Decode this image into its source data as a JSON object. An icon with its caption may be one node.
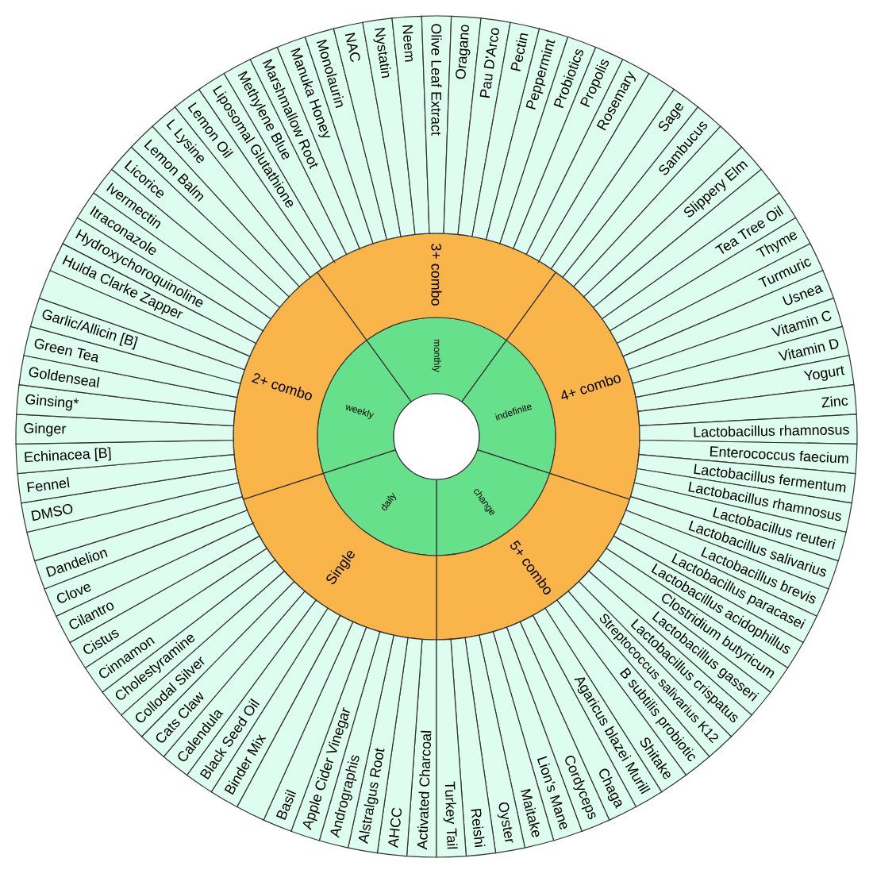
{
  "diagram": {
    "nodes": [
      {
        "text": [
          "monthly"
        ]
      },
      {
        "text": [
          "indefinite"
        ]
      },
      {
        "text": [
          "change"
        ]
      },
      {
        "text": [
          "daily"
        ]
      },
      {
        "text": [
          "weekly"
        ]
      },
      {
        "text": [
          "3+ combo"
        ]
      },
      {
        "text": [
          "4+ combo"
        ]
      },
      {
        "text": [
          "5+ combo"
        ]
      },
      {
        "text": [
          "Single"
        ]
      },
      {
        "text": [
          "2+ combo"
        ]
      },
      {
        "text": [
          "Activated Charcoal"
        ]
      },
      {
        "text": [
          "AHCC"
        ]
      },
      {
        "text": [
          "Alstralgus Root"
        ]
      },
      {
        "text": [
          "Andrographis"
        ]
      },
      {
        "text": [
          "Apple Cider Vinegar"
        ]
      },
      {
        "text": [
          "Basil"
        ]
      },
      {
        "text": [],
        "shape": "sector"
      },
      {
        "text": [
          "Binder Mix"
        ]
      },
      {
        "text": [
          "Black Seed Oil"
        ]
      },
      {
        "text": [
          "Calendula"
        ]
      },
      {
        "text": [
          "Cats Claw"
        ]
      },
      {
        "text": [
          "Collodal Silver"
        ]
      },
      {
        "text": [
          "Cholestyramine"
        ]
      },
      {
        "text": [
          "Cinnamon"
        ]
      },
      {
        "text": [
          "Cistus"
        ]
      },
      {
        "text": [
          "Cilantro"
        ]
      },
      {
        "text": [
          "Clove"
        ]
      },
      {
        "text": [
          "Dandelion"
        ]
      },
      {
        "text": [],
        "shape": "sector"
      },
      {
        "text": [
          "DMSO"
        ]
      },
      {
        "text": [
          "Fennel"
        ]
      },
      {
        "text": [
          "Echinacea [B]"
        ]
      },
      {
        "text": [
          "Ginger"
        ]
      },
      {
        "text": [
          "Ginsing*"
        ]
      },
      {
        "text": [
          "Goldenseal"
        ]
      },
      {
        "text": [
          "Green Tea"
        ]
      },
      {
        "text": [
          "Garlic/Allicin [B]"
        ]
      },
      {
        "text": [],
        "shape": "sector"
      },
      {
        "text": [
          "Hulda Clarke Zapper"
        ]
      },
      {
        "text": [
          "Hydroxychoroquinoline"
        ]
      },
      {
        "text": [
          "Itraconazole"
        ]
      },
      {
        "text": [
          "Ivermectin"
        ]
      },
      {
        "text": [
          "Licorice"
        ]
      },
      {
        "text": [
          "Lemon Balm"
        ]
      },
      {
        "text": [
          "L Lysine"
        ]
      },
      {
        "text": [
          "Lemon Oil"
        ]
      },
      {
        "text": [
          "Liposomal Glutathione"
        ]
      },
      {
        "text": [
          "Methylene Blue"
        ]
      },
      {
        "text": [
          "Marshmallow Root"
        ]
      },
      {
        "text": [
          "Manuka Honey"
        ]
      },
      {
        "text": [
          "Monolaurin"
        ]
      },
      {
        "text": [
          "NAC"
        ]
      },
      {
        "text": [
          "Nystatin"
        ]
      },
      {
        "text": [
          "Neem"
        ]
      },
      {
        "text": [
          "Olive Leaf Extract"
        ]
      },
      {
        "text": [
          "Oragano"
        ]
      },
      {
        "text": [
          "Pau D'Arco"
        ]
      },
      {
        "text": [
          "Pectin"
        ]
      },
      {
        "text": [
          "Peppermint"
        ]
      },
      {
        "text": [
          "Probiotics"
        ]
      },
      {
        "text": [
          "Propolis"
        ]
      },
      {
        "text": [
          "Rosemary"
        ]
      },
      {
        "text": [],
        "shape": "sector"
      },
      {
        "text": [
          "Sage"
        ]
      },
      {
        "text": [
          "Sambucus"
        ]
      },
      {
        "text": [],
        "shape": "sector"
      },
      {
        "text": [
          "Slippery Elm"
        ]
      },
      {
        "text": [],
        "shape": "sector"
      },
      {
        "text": [
          "Tea Tree Oil"
        ]
      },
      {
        "text": [
          "Thyme"
        ]
      },
      {
        "text": [
          "Turmuric"
        ]
      },
      {
        "text": [
          "Usnea"
        ]
      },
      {
        "text": [
          "Vitamin C"
        ]
      },
      {
        "text": [
          "Vitamin D"
        ]
      },
      {
        "text": [
          "Yogurt"
        ]
      },
      {
        "text": [
          "Zinc"
        ]
      },
      {
        "text": [
          "Lactobacillus rhamnosus"
        ]
      },
      {
        "text": [
          "Enterococcus faecium"
        ]
      },
      {
        "text": [
          "Lactobacillus fermentum"
        ]
      },
      {
        "text": [
          "Lactobacillus rhamnosus"
        ]
      },
      {
        "text": [
          "Lactobacillus reuteri"
        ]
      },
      {
        "text": [
          "Lactobacillus salivarius"
        ]
      },
      {
        "text": [
          "Lactobacillus brevis"
        ]
      },
      {
        "text": [
          "Lactobacillus paracasei"
        ]
      },
      {
        "text": [
          "Lactobacillus acidophillus"
        ]
      },
      {
        "text": [
          "Clostridium butyricum"
        ]
      },
      {
        "text": [
          "Lactobacillus gasseri"
        ]
      },
      {
        "text": [
          "Lactobacillus crispatus"
        ]
      },
      {
        "text": [
          "Streptococcus salivarius K12"
        ]
      },
      {
        "text": [
          "B subtilis probiotic"
        ]
      },
      {
        "text": [
          "Shitake"
        ]
      },
      {
        "text": [
          "Agaricus blazei Murill"
        ]
      },
      {
        "text": [
          "Chaga"
        ]
      },
      {
        "text": [
          "Cordyceps"
        ]
      },
      {
        "text": [
          "Lion's Mane"
        ]
      },
      {
        "text": [
          "Maitake"
        ]
      },
      {
        "text": [
          "Oyster"
        ]
      },
      {
        "text": [
          "Reishi"
        ]
      },
      {
        "text": [
          "Turkey Tail"
        ]
      }
    ]
  }
}
